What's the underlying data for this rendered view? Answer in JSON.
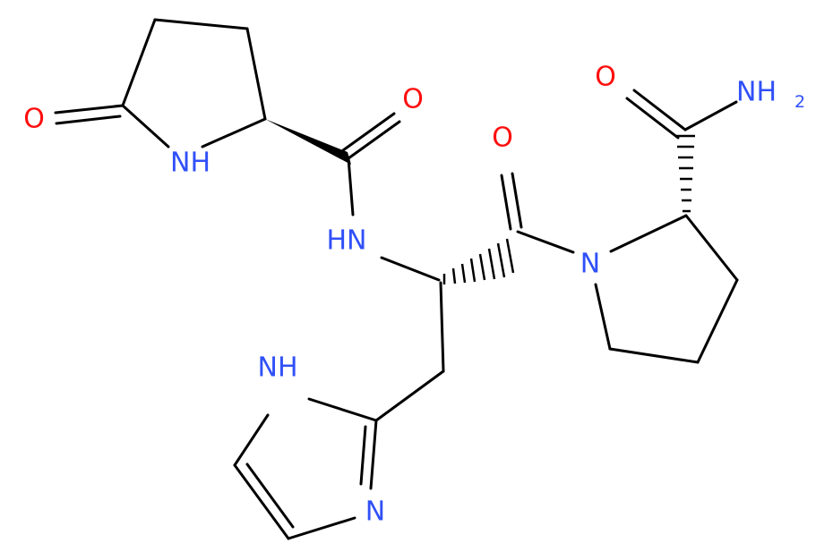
{
  "molecule": {
    "colors": {
      "bond": "#000000",
      "oxygen": "#ff0d0d",
      "nitrogen": "#3050f8"
    },
    "atom_labels": {
      "pyro_o": "O",
      "pyro_nh": "NH",
      "amide1_o": "O",
      "amide1_hn": "HN",
      "amide2_o": "O",
      "pro_n": "N",
      "carbox_o": "O",
      "nh2_main": "NH",
      "nh2_sub": "2",
      "im_nh": "NH",
      "im_n": "N"
    }
  }
}
